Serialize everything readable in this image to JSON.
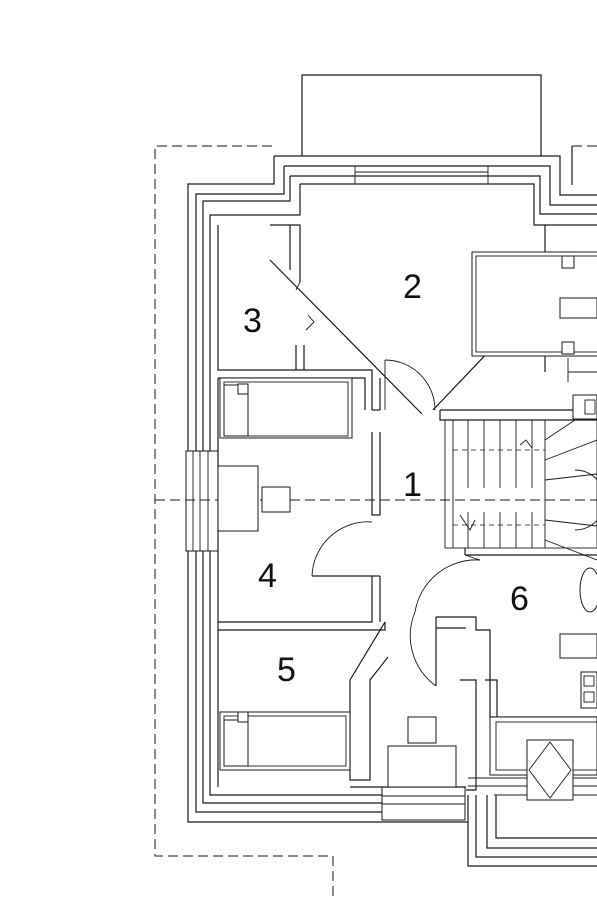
{
  "rooms": [
    {
      "id": "room-1",
      "label": "1"
    },
    {
      "id": "room-2",
      "label": "2"
    },
    {
      "id": "room-3",
      "label": "3"
    },
    {
      "id": "room-4",
      "label": "4"
    },
    {
      "id": "room-5",
      "label": "5"
    },
    {
      "id": "room-6",
      "label": "6"
    }
  ]
}
